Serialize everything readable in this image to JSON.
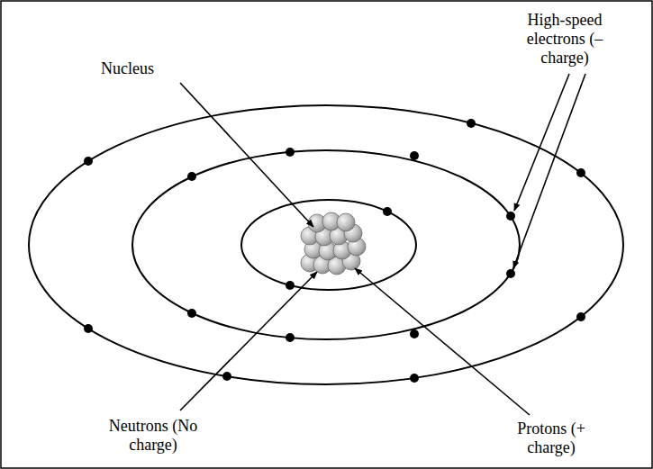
{
  "diagram": {
    "labels": [
      "Nucleus",
      "High-speed electrons (– charge)",
      "Neutrons (No charge)",
      "Protons (+ charge)"
    ]
  }
}
